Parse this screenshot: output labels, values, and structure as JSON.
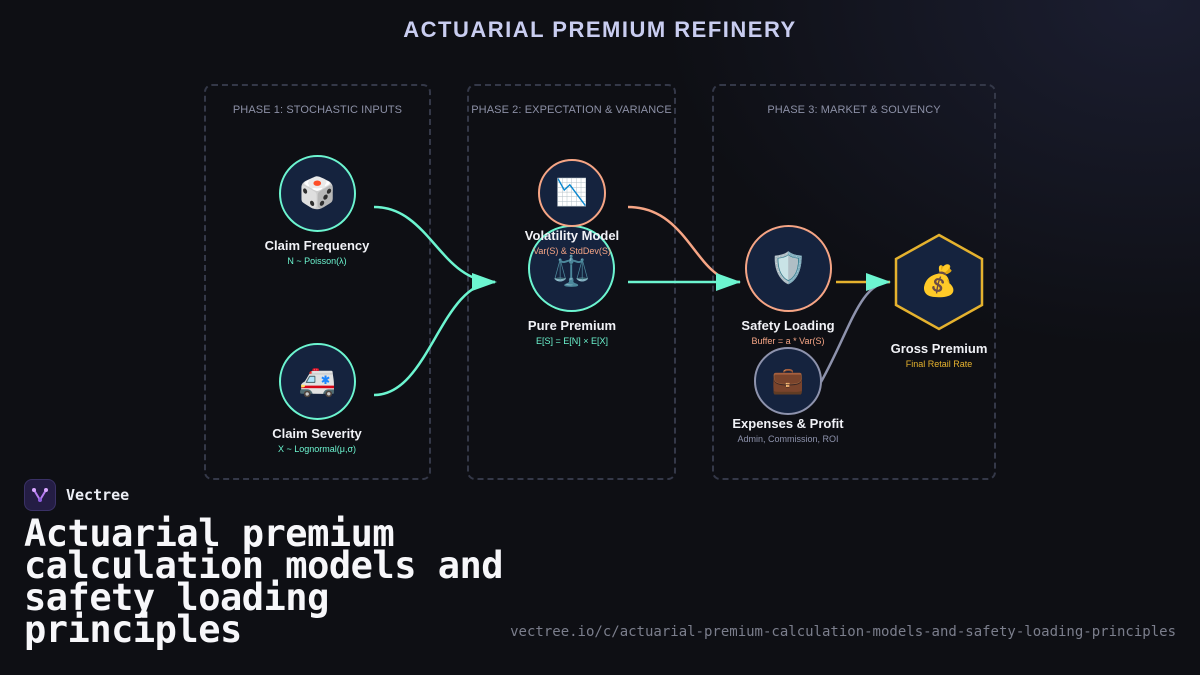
{
  "title": "ACTUARIAL PREMIUM REFINERY",
  "phases": [
    {
      "title": "PHASE 1: STOCHASTIC INPUTS"
    },
    {
      "title": "PHASE 2: EXPECTATION & VARIANCE"
    },
    {
      "title": "PHASE 3: MARKET & SOLVENCY"
    }
  ],
  "nodes": {
    "claim_frequency": {
      "label": "Claim Frequency",
      "sub": "N ~ Poisson(λ)",
      "icon": "dice-icon",
      "glyph": "🎲"
    },
    "claim_severity": {
      "label": "Claim Severity",
      "sub": "X ~ Lognormal(μ,σ)",
      "icon": "ambulance-icon",
      "glyph": "🚑"
    },
    "volatility_model": {
      "label": "Volatility Model",
      "sub": "Var(S) & StdDev(S)",
      "icon": "chart-decreasing-icon",
      "glyph": "📉"
    },
    "pure_premium": {
      "label": "Pure Premium",
      "sub": "E[S] = E[N] × E[X]",
      "icon": "scales-icon",
      "glyph": "⚖️"
    },
    "safety_loading": {
      "label": "Safety Loading",
      "sub": "Buffer = a * Var(S)",
      "icon": "shield-icon",
      "glyph": "🛡️"
    },
    "expenses_profit": {
      "label": "Expenses & Profit",
      "sub": "Admin, Commission, ROI",
      "icon": "briefcase-icon",
      "glyph": "💼"
    },
    "gross_premium": {
      "label": "Gross Premium",
      "sub": "Final Retail Rate",
      "icon": "money-bag-icon",
      "glyph": "💰"
    }
  },
  "colors": {
    "teal": "#6cf5d0",
    "salmon": "#f6a585",
    "gold": "#e5b22e",
    "slate": "#8e93ad",
    "node_fill": "#15233e"
  },
  "brand": {
    "name": "Vectree",
    "icon": "vectree-logo-icon"
  },
  "headline": "Actuarial premium calculation models and safety loading principles",
  "url": "vectree.io/c/actuarial-premium-calculation-models-and-safety-loading-principles"
}
